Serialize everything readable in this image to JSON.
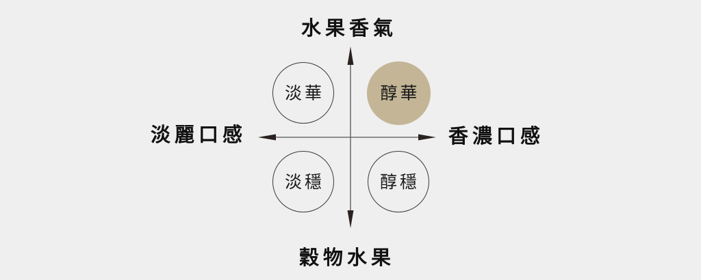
{
  "colors": {
    "background": "#efefef",
    "text": "#111111",
    "axis": "#2a2220",
    "circle_stroke": "#3a3a3a",
    "highlight_fill": "#c3b595"
  },
  "axes": {
    "top": "水果香氣",
    "bottom": "穀物水果",
    "left": "淡麗口感",
    "right": "香濃口感"
  },
  "quadrants": [
    {
      "position": "top-left",
      "label": "淡華",
      "highlighted": false
    },
    {
      "position": "top-right",
      "label": "醇華",
      "highlighted": true
    },
    {
      "position": "bottom-left",
      "label": "淡穩",
      "highlighted": false
    },
    {
      "position": "bottom-right",
      "label": "醇穩",
      "highlighted": false
    }
  ]
}
